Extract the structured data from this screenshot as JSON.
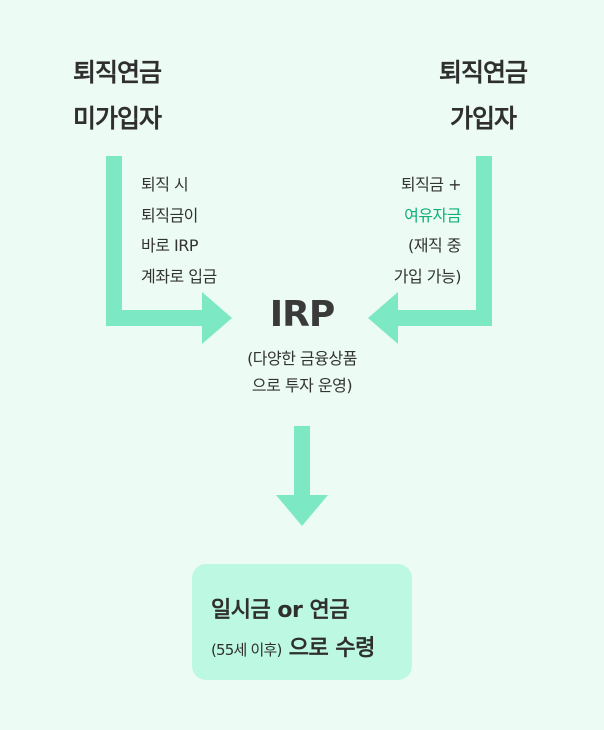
{
  "left_group": {
    "heading_line1": "퇴직연금",
    "heading_line2": "미가입자",
    "note_lines": [
      "퇴직 시",
      "퇴직금이",
      "바로 IRP",
      "계좌로 입금"
    ]
  },
  "right_group": {
    "heading_line1": "퇴직연금",
    "heading_line2": "가입자",
    "note_line1": "퇴직금 +",
    "note_line2_accent": "여유자금",
    "note_line3": "(재직 중",
    "note_line4": "가입 가능)"
  },
  "center": {
    "title": "IRP",
    "sub_line1": "(다양한 금융상품",
    "sub_line2": "으로 투자 운영)"
  },
  "result": {
    "line1": "일시금 or 연금",
    "line2_small": "(55세 이후)",
    "line2_main": " 으로 수령"
  },
  "colors": {
    "background": "#ecfbf4",
    "arrow": "#7ce8c4",
    "accent_text": "#10b27c",
    "result_box": "#bdf9e2"
  }
}
